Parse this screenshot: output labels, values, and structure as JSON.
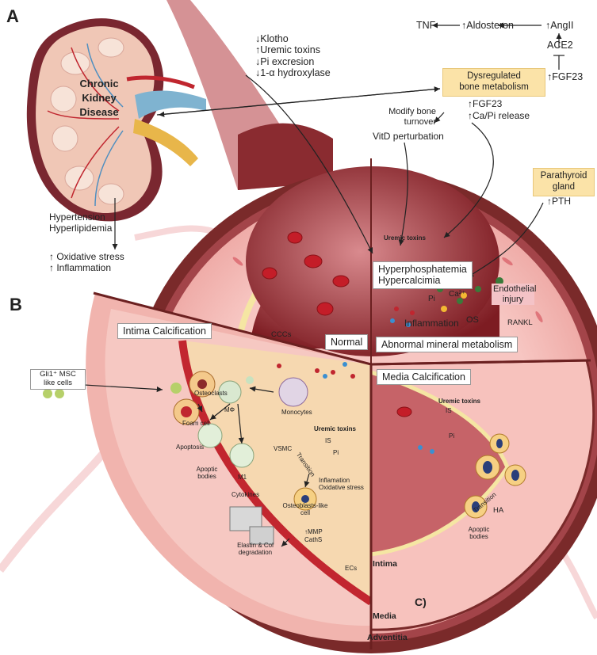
{
  "panels": {
    "a": "A",
    "b": "B",
    "c": "C)"
  },
  "kidney": {
    "line1": "Chronic",
    "line2": "Kidney",
    "line3": "Disease"
  },
  "top_center": {
    "klotho": "↓Klotho",
    "uremic": "↑Uremic toxins",
    "pi_excretion": "↓Pi excresion",
    "hydroxylase": "↓1-α hydroxylase"
  },
  "top_right": {
    "tnf": "TNF",
    "aldosteron": "↑Aldosteron",
    "angii": "↑AngII",
    "ace2": "ACE2",
    "fgf23": "↑FGF23"
  },
  "dysregulated": {
    "line1": "Dysregulated",
    "line2": "bone  metabolism"
  },
  "bone_turnover": {
    "line1": "Modify bone",
    "line2": "turnover"
  },
  "fgf23_release": "↑FGF23",
  "capi_release": "↑Ca/Pi release",
  "vitd": "VitD perturbation",
  "parathyroid": {
    "line1": "Parathyroid",
    "line2": "gland"
  },
  "pth": "↑PTH",
  "left_causes": {
    "line1": "Hypertension",
    "line2": "Hyperlipidemia"
  },
  "left_effects": {
    "line1": "↑ Oxidative stress",
    "line2": "↑ Inflammation"
  },
  "normal": "Normal",
  "abnormal": {
    "title": "Abnormal mineral metabolism",
    "hyper": "Hyperphosphatemia",
    "hyperca": "Hypercalcimia",
    "uremic": "Uremic toxins",
    "pi": "Pi",
    "ca": "Ca²⁺",
    "inflammation": "Inflammation",
    "os": "OS",
    "endothelial": "Endothelial injury",
    "rankl": "RANKL"
  },
  "intima_calc": {
    "title": "Intima Calcification",
    "cccs": "CCCs",
    "gli1": "Gli1⁺ MSC like cells",
    "osteoclasts": "Osteoclasts",
    "mo": "MΦ",
    "monocytes": "Monocytes",
    "foam": "Foam cell",
    "apoptosis": "Apoptosis",
    "apoptic": "Apoptic bodies",
    "m1": "M1",
    "cytokines": "Cytokines",
    "vsmc": "VSMC",
    "uremic": "Uremic toxins",
    "is": "IS",
    "pi": "Pi",
    "transition": "Transition",
    "inflam_ox": "Inflamation Oxidative stress",
    "osteoblasts": "Osteoblasts-like cell",
    "mmp": "↑MMP",
    "caths": "CathS",
    "elastin": "Elastin & Col degradation",
    "ecs": "ECs"
  },
  "media_calc": {
    "title": "Media Calcification",
    "uremic": "Uremic toxins",
    "is": "IS",
    "pi": "Pi",
    "transition": "Transition",
    "ha": "HA",
    "apoptic": "Apoptic bodies"
  },
  "layers": {
    "intima": "Intima",
    "media": "Media",
    "adventitia": "Adventitia"
  },
  "colors": {
    "adventitia": "#7a2a2a",
    "media": "#f3b7b4",
    "intima_yellow": "#f5e6a3",
    "lumen": "#a32a2f",
    "box_yellow": "#fbe3a8",
    "plaque": "#f6d8b0"
  }
}
